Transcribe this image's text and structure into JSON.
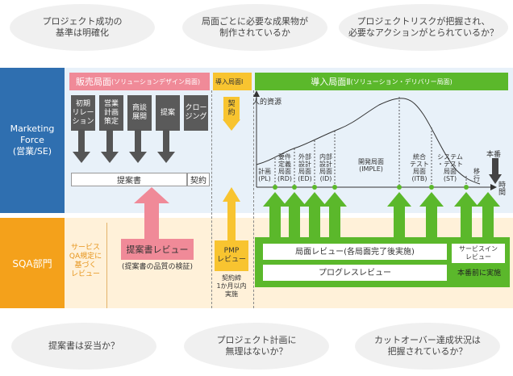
{
  "top_bubbles": [
    "プロジェクト成功の\n基準は明確化",
    "局面ごとに必要な成果物が\n制作されているか",
    "プロジェクトリスクが把握され、\n必要なアクションがとられているか？"
  ],
  "bottom_bubbles": [
    "提案書は妥当か？",
    "プロジェクト計画に\n無理はないか？",
    "カットオーバー達成状況は\n把握されているか？"
  ],
  "rows": {
    "marketing": "Marketing\nForce\n(営業/SE)",
    "sqa": "SQA部門"
  },
  "phases": {
    "sales": "販売局面",
    "sales_sub": "(ソリューションデザイン局面)",
    "intro1": "導入局面Ⅰ",
    "intro2": "導入局面Ⅱ",
    "intro2_sub": "(ソリューション・デリバリー局面)"
  },
  "sales_steps": [
    "初期\nリレー\nション",
    "営業\n計画\n策定",
    "商談\n展開",
    "提案",
    "クロー\nジング"
  ],
  "proposal_doc": "提案書",
  "contract": "契約",
  "contract_intro": "契\n約",
  "chart": {
    "ylabel": "人的資源",
    "xlabel": "時\n間",
    "cutover": "本番",
    "stages": [
      "計画\n(PL)",
      "要件\n定義\n局面\n(RD)",
      "外部\n設計\n局面\n(ED)",
      "内部\n設計\n局面\n(ID)",
      "開発局面\n(IMPLE)",
      "統合\nテスト\n局面\n(ITB)",
      "システム\n・テスト\n局面\n(ST)",
      "移\n行"
    ]
  },
  "sqa": {
    "service_note": "サービス\nQA規定に\n基づく\nレビュー",
    "proposal_review": "提案書レビュー",
    "proposal_review_note": "(提案書の品質の検証)",
    "pmp_review": "PMP\nレビュー",
    "pmp_note": "契約締\n1か月以内\n実施",
    "phase_review": "局面レビュー(各局面完了後実施)",
    "progress_review": "プログレスレビュー",
    "service_in_review": "サービスイン\nレビュー",
    "before_cutover": "本番前に実施"
  },
  "colors": {
    "blue": "#2f6fb0",
    "orange": "#f4a11b",
    "pink": "#f08a98",
    "yellow": "#f8c430",
    "green": "#5bb82b",
    "gray": "#5a5a5a"
  }
}
